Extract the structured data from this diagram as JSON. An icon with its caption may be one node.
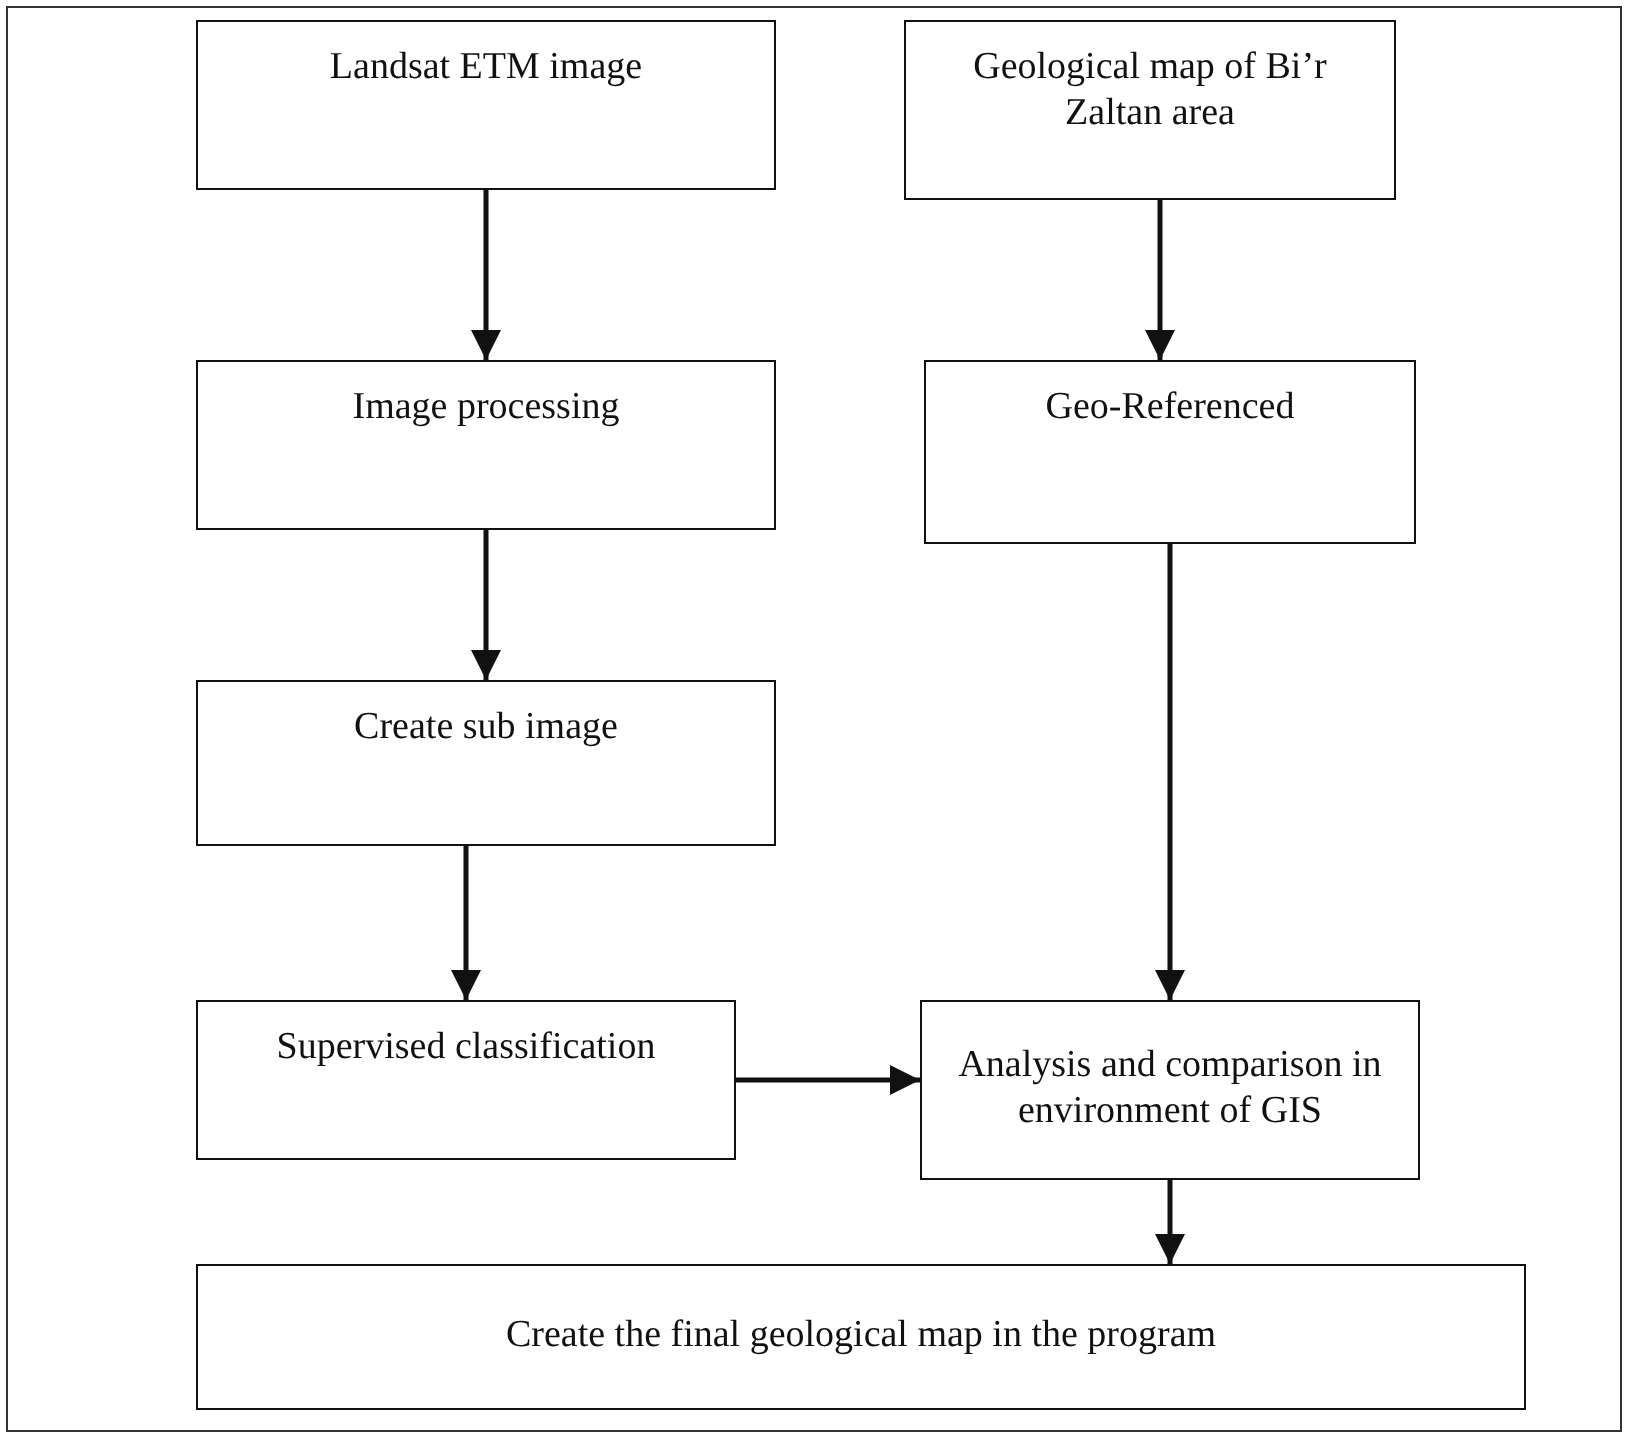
{
  "diagram": {
    "nodes": [
      {
        "text": [
          "Landsat ETM image"
        ]
      },
      {
        "text": [
          "Geological map of Bi’r Zaltan area"
        ]
      },
      {
        "text": [
          "Image processing"
        ]
      },
      {
        "text": [
          "Geo-Referenced"
        ]
      },
      {
        "text": [
          "Create sub image"
        ]
      },
      {
        "text": [
          "Supervised classification"
        ]
      },
      {
        "text": [
          "Analysis and comparison in environment of GIS"
        ]
      },
      {
        "text": [
          "Create the final geological map in the program"
        ]
      }
    ],
    "edges": [
      {
        "from": 0,
        "to": 2,
        "arrow": "to"
      },
      {
        "from": 2,
        "to": 4,
        "arrow": "to"
      },
      {
        "from": 4,
        "to": 5,
        "arrow": "to"
      },
      {
        "from": 5,
        "to": 6,
        "arrow": "to"
      },
      {
        "from": 1,
        "to": 3,
        "arrow": "to"
      },
      {
        "from": 3,
        "to": 6,
        "arrow": "to"
      },
      {
        "from": 6,
        "to": 7,
        "arrow": "to"
      }
    ]
  }
}
